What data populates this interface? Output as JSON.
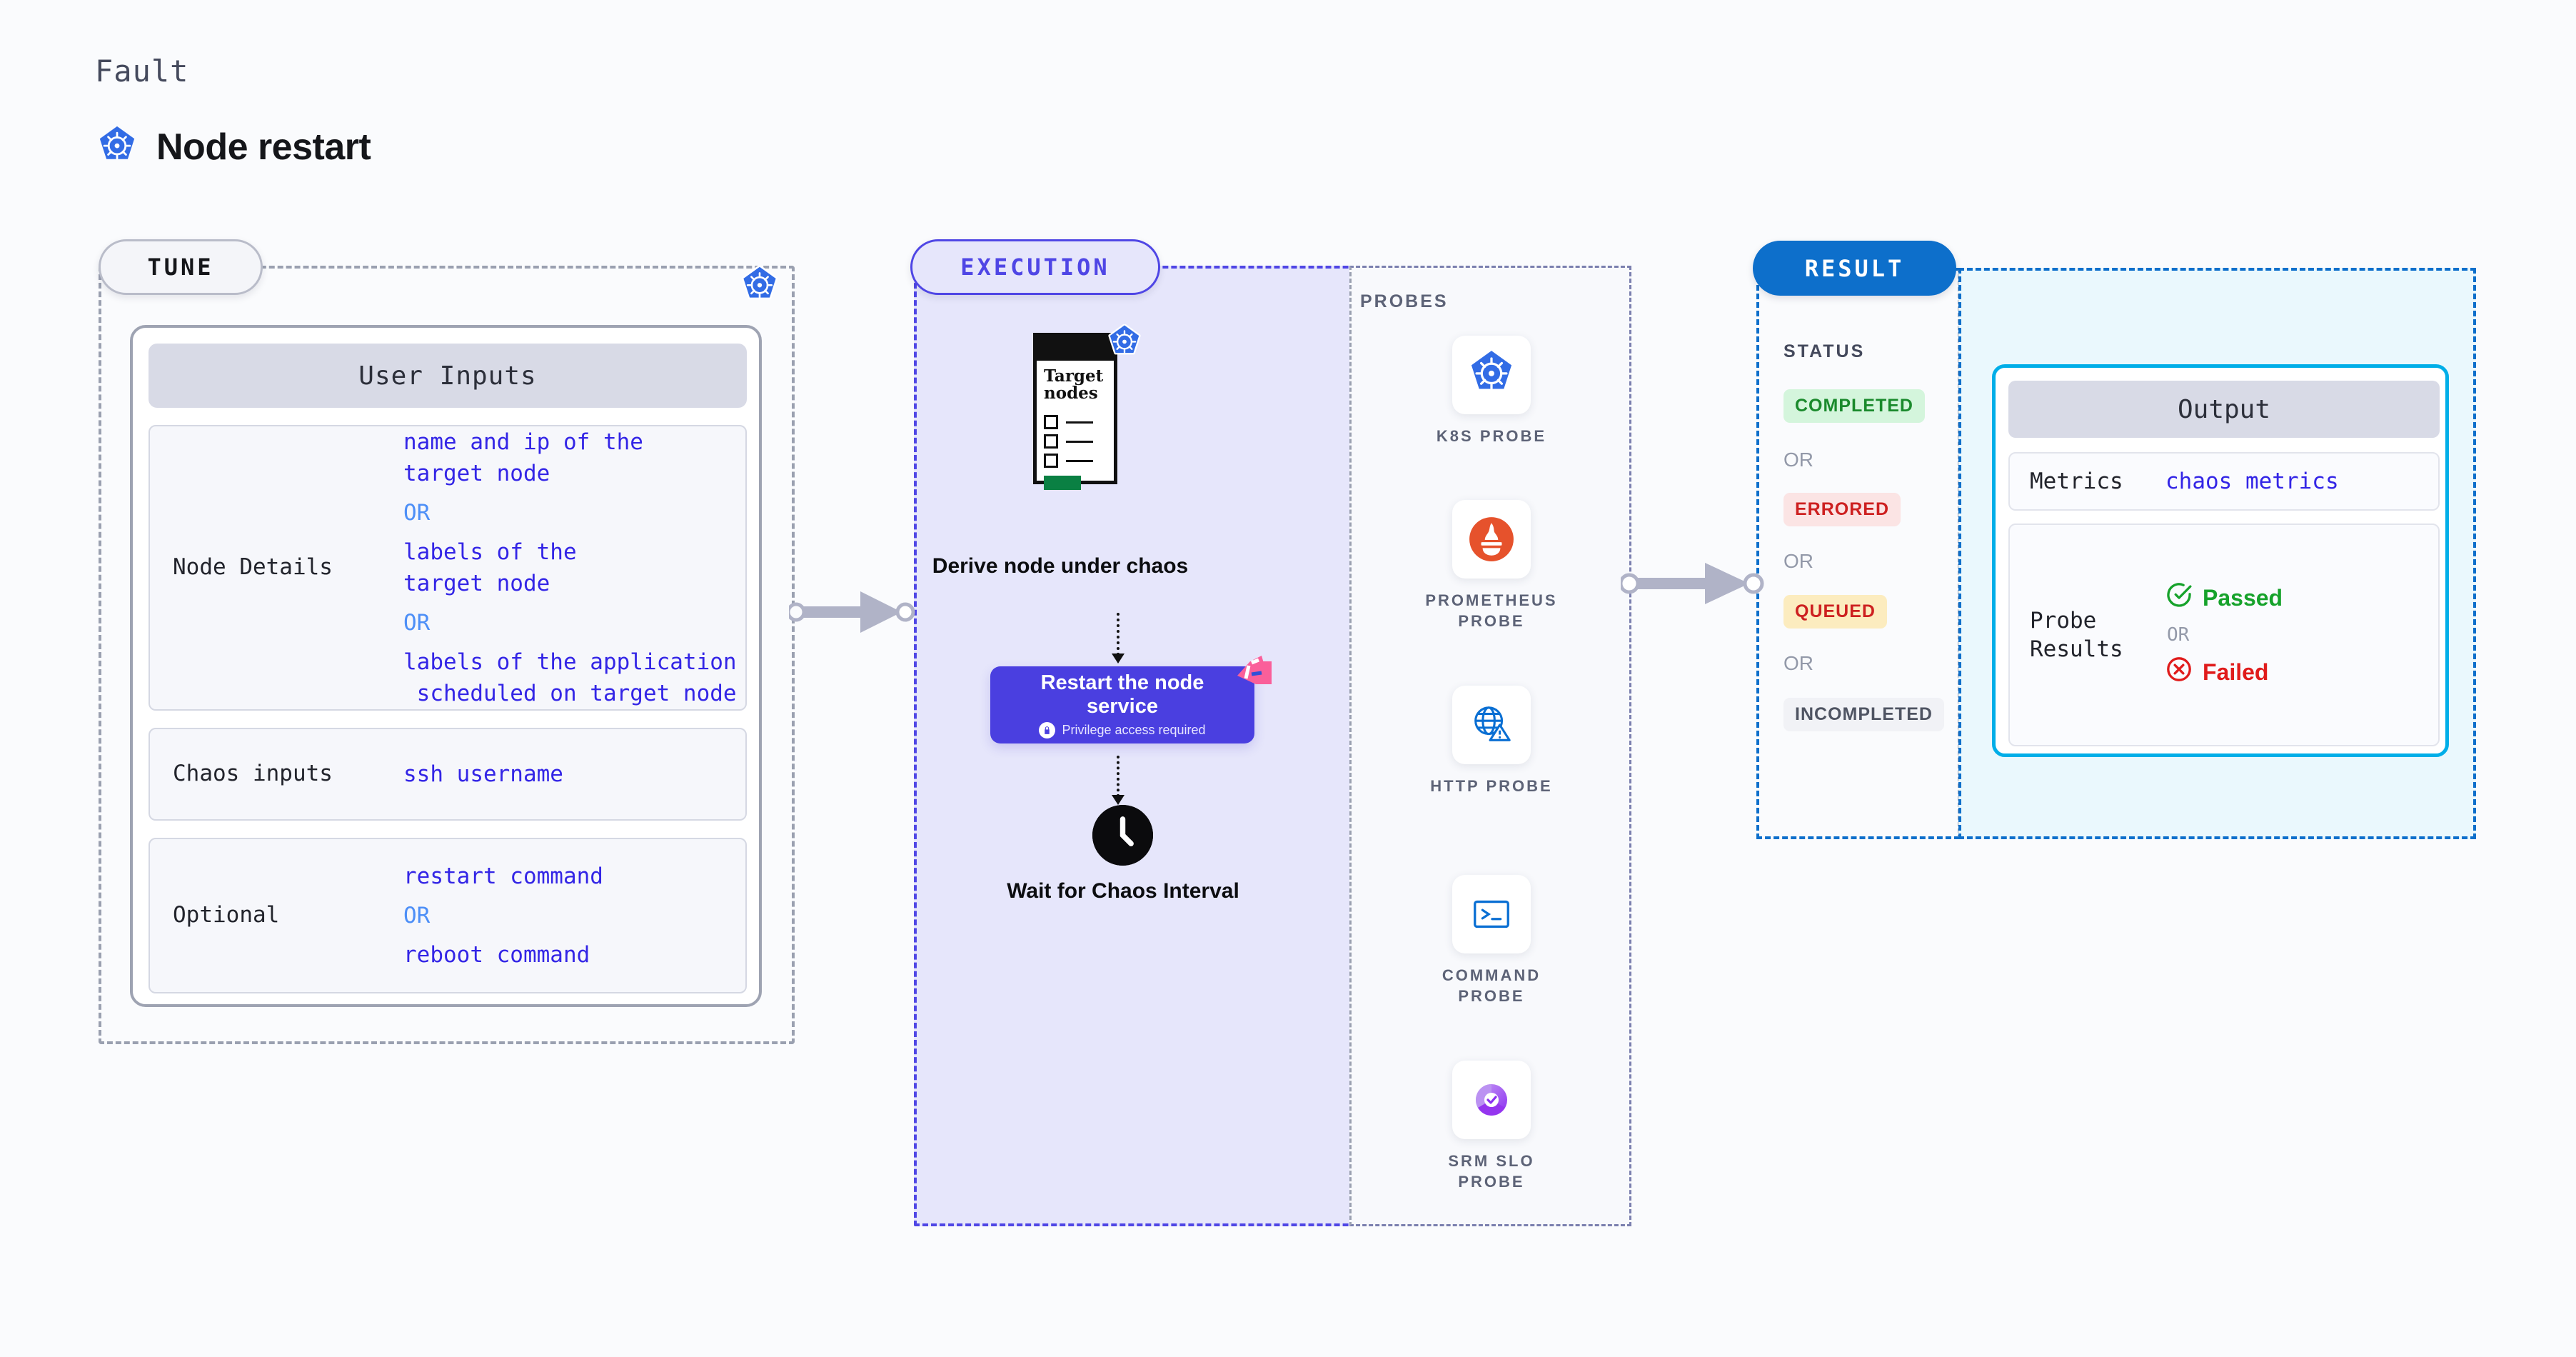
{
  "header": {
    "kicker": "Fault",
    "title": "Node restart",
    "icon": "kubernetes-icon"
  },
  "stages": {
    "tune": "TUNE",
    "execution": "EXECUTION",
    "result": "RESULT"
  },
  "tune": {
    "badge_icon": "kubernetes-icon",
    "card_title": "User Inputs",
    "rows": [
      {
        "label": "Node Details",
        "values": [
          "name and ip of the\ntarget node",
          "labels of the\ntarget node",
          "labels of the application\n scheduled on target node"
        ],
        "separator": "OR"
      },
      {
        "label": "Chaos inputs",
        "values": [
          "ssh username"
        ],
        "separator": ""
      },
      {
        "label": "Optional",
        "values": [
          "restart command",
          "reboot command"
        ],
        "separator": "OR"
      }
    ]
  },
  "execution": {
    "target_card": {
      "title_line1": "Target",
      "title_line2": "nodes",
      "icon": "kubernetes-icon"
    },
    "step1_label": "Derive node under chaos",
    "step2": {
      "title": "Restart the node service",
      "subtitle": "Privilege access required",
      "lock_icon": "lock-icon",
      "ribbon_icon": "ribbon-badge-icon"
    },
    "step3_label": "Wait for Chaos Interval",
    "step3_icon": "clock-icon",
    "probes_title": "PROBES",
    "probes": [
      {
        "label": "K8S PROBE",
        "icon": "kubernetes-icon"
      },
      {
        "label": "PROMETHEUS PROBE",
        "icon": "prometheus-icon"
      },
      {
        "label": "HTTP PROBE",
        "icon": "http-globe-warning-icon"
      },
      {
        "label": "COMMAND PROBE",
        "icon": "terminal-icon"
      },
      {
        "label": "SRM SLO PROBE",
        "icon": "srm-slo-icon"
      }
    ]
  },
  "result": {
    "status_title": "STATUS",
    "or_label": "OR",
    "statuses": [
      {
        "label": "COMPLETED",
        "bg": "#d4f5dc",
        "fg": "#1a8a2c"
      },
      {
        "label": "ERRORED",
        "bg": "#fbe4e4",
        "fg": "#cd2020"
      },
      {
        "label": "QUEUED",
        "bg": "#fcecbf",
        "fg": "#cd2020"
      },
      {
        "label": "INCOMPLETED",
        "bg": "#f1f2f6",
        "fg": "#4f5462"
      }
    ],
    "output": {
      "title": "Output",
      "metrics_label": "Metrics",
      "metrics_value": "chaos metrics",
      "probe_label": "Probe\nResults",
      "passed": "Passed",
      "failed": "Failed",
      "or_label": "OR",
      "passed_icon": "check-circle-icon",
      "failed_icon": "x-circle-icon"
    }
  },
  "colors": {
    "kubernetes_blue": "#326ce5",
    "execution_purple": "#4f46e5",
    "execution_bg": "#e6e6fb",
    "result_blue": "#0d6fcb",
    "output_cyan": "#00aee8",
    "output_bg": "#eaf8fd",
    "pass_green": "#16a22b",
    "fail_red": "#e01b1b",
    "ribbon_pink": "#fa5f9a",
    "connector_gray": "#b0b3c7"
  }
}
